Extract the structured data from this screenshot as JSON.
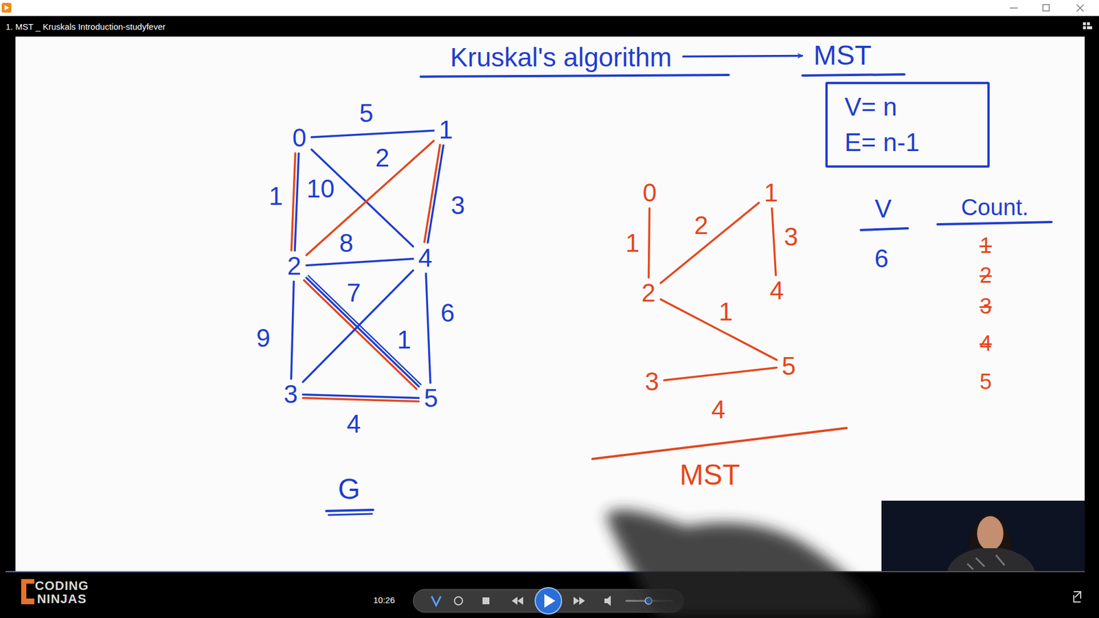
{
  "diagram": {
    "nodes": [
      {
        "text": [
          "Kruskal's algorithm"
        ]
      },
      {
        "text": [
          "MST"
        ]
      },
      {
        "text": [
          "V= n",
          "E= n-1"
        ]
      },
      {
        "text": [
          "0"
        ]
      },
      {
        "text": [
          "1"
        ]
      },
      {
        "text": [
          "2"
        ]
      },
      {
        "text": [
          "3"
        ]
      },
      {
        "text": [
          "4"
        ]
      },
      {
        "text": [
          "5"
        ]
      },
      {
        "text": [
          "0"
        ]
      },
      {
        "text": [
          "1"
        ]
      },
      {
        "text": [
          "2"
        ]
      },
      {
        "text": [
          "3"
        ]
      },
      {
        "text": [
          "4"
        ]
      },
      {
        "text": [
          "5"
        ]
      }
    ],
    "edges": [
      {
        "from": 0,
        "to": 1,
        "arrow": "to"
      },
      {
        "from": 3,
        "to": 4,
        "label": "5",
        "arrow": "none"
      },
      {
        "from": 3,
        "to": 5,
        "label": "1",
        "arrow": "none"
      },
      {
        "from": 3,
        "to": 7,
        "label": "10",
        "arrow": "none"
      },
      {
        "from": 4,
        "to": 5,
        "label": "2",
        "arrow": "none"
      },
      {
        "from": 4,
        "to": 7,
        "label": "3",
        "arrow": "none"
      },
      {
        "from": 5,
        "to": 7,
        "label": "8",
        "arrow": "none"
      },
      {
        "from": 5,
        "to": 6,
        "label": "9",
        "arrow": "none"
      },
      {
        "from": 5,
        "to": 8,
        "label": "1",
        "arrow": "none"
      },
      {
        "from": 6,
        "to": 7,
        "label": "7",
        "arrow": "none"
      },
      {
        "from": 7,
        "to": 8,
        "label": "6",
        "arrow": "none"
      },
      {
        "from": 6,
        "to": 8,
        "label": "4",
        "arrow": "none"
      },
      {
        "from": 9,
        "to": 11,
        "label": "1",
        "arrow": "none"
      },
      {
        "from": 10,
        "to": 11,
        "label": "2",
        "arrow": "none"
      },
      {
        "from": 10,
        "to": 13,
        "label": "3",
        "arrow": "none"
      },
      {
        "from": 11,
        "to": 14,
        "label": "1",
        "arrow": "none"
      },
      {
        "from": 12,
        "to": 14,
        "label": "4",
        "arrow": "none"
      }
    ],
    "labels": [
      "1. MST _ Kruskals Introduction-studyfever",
      "G",
      "MST",
      "V",
      "6",
      "Count.",
      "1",
      "2",
      "3",
      "4",
      "5",
      "10:26",
      "CODING",
      "NINJAS"
    ]
  }
}
